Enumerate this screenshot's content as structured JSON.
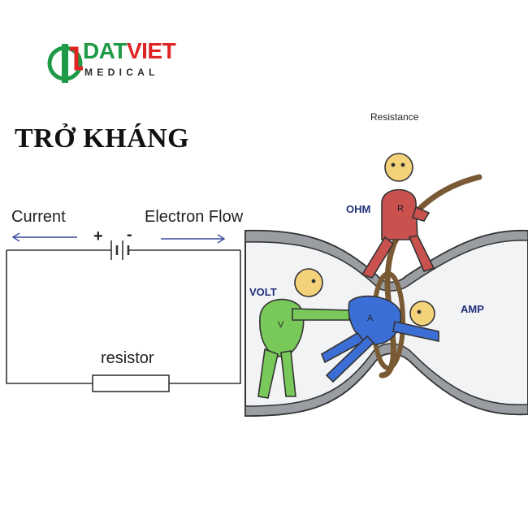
{
  "logo": {
    "brand_part1": "DAT",
    "brand_part2": "VIET",
    "sub": "MEDICAL",
    "colors": {
      "green": "#1f9a47",
      "red": "#e02424"
    }
  },
  "title": "TRỞ KHÁNG",
  "circuit": {
    "current_label": "Current",
    "electron_flow_label": "Electron Flow",
    "plus_sign": "+",
    "minus_sign": "-",
    "resistor_label": "resistor"
  },
  "cartoon": {
    "resistance_label": "Resistance",
    "ohm_label": "OHM",
    "volt_label": "VOLT",
    "amp_label": "AMP",
    "r_letter": "R",
    "v_letter": "V",
    "a_letter": "A",
    "colors": {
      "pipe": "#9a9ea3",
      "ohm": "#c9514e",
      "volt": "#79c95a",
      "amp": "#3c6fd6",
      "rope": "#7a5a35"
    }
  }
}
